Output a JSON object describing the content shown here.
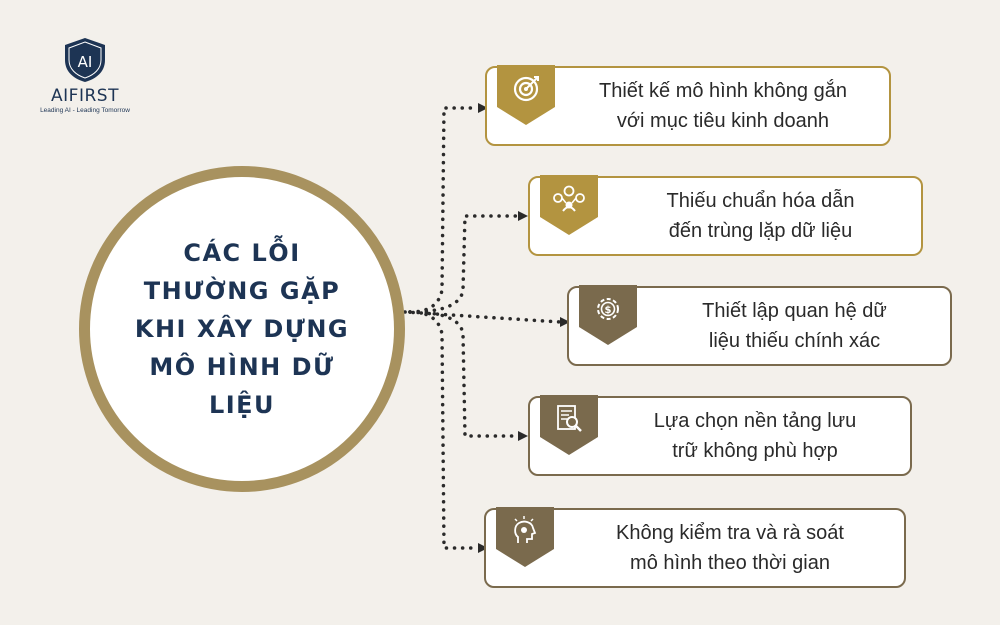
{
  "logo": {
    "monogram": "AI",
    "name": "AIFIRST",
    "tagline": "Leading AI - Leading Tomorrow"
  },
  "center_title": "CÁC LỖI THƯỜNG GẶP KHI XÂY DỰNG MÔ HÌNH DỮ LIỆU",
  "items": [
    {
      "icon": "target-icon",
      "line1": "Thiết kế mô hình không gắn",
      "line2": "với mục tiêu kinh doanh"
    },
    {
      "icon": "people-network-icon",
      "line1": "Thiếu chuẩn hóa dẫn",
      "line2": "đến trùng lặp dữ liệu"
    },
    {
      "icon": "dollar-gear-icon",
      "line1": "Thiết lập quan hệ dữ",
      "line2": "liệu thiếu chính xác"
    },
    {
      "icon": "document-search-icon",
      "line1": "Lựa chọn nền tảng lưu",
      "line2": "trữ không phù hợp"
    },
    {
      "icon": "head-lightbulb-icon",
      "line1": "Không kiểm tra và rà soát",
      "line2": "mô hình theo thời gian"
    }
  ],
  "colors": {
    "navy": "#1d3454",
    "gold": "#b39440",
    "dark_gold": "#7a6a4d",
    "background": "#f3f0eb"
  }
}
